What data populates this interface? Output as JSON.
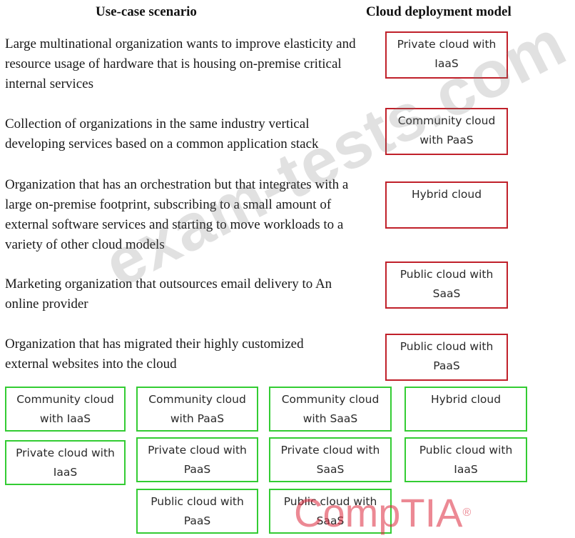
{
  "headers": {
    "scenario": "Use-case scenario",
    "model": "Cloud deployment model"
  },
  "scenarios": [
    "Large multinational organization wants to improve elasticity and resource usage of hardware that is housing on-premise critical internal services",
    "Collection of organizations in the same industry vertical developing services based on a common application stack",
    "Organization that has an orchestration but that integrates with a large on-premise footprint, subscribing to a small amount of external software services and starting to move workloads to a variety of other cloud models",
    "Marketing organization that outsources email delivery to An online provider",
    "Organization that has migrated their highly customized external websites into the cloud"
  ],
  "answers": [
    "Private cloud with IaaS",
    "Community cloud with PaaS",
    "Hybrid cloud",
    "Public cloud with SaaS",
    "Public cloud with PaaS"
  ],
  "options": [
    "Community cloud with IaaS",
    "Community cloud with PaaS",
    "Community cloud with SaaS",
    "Hybrid cloud",
    "Private cloud with IaaS",
    "Private cloud with PaaS",
    "Private cloud with SaaS",
    "Public cloud with IaaS",
    "Public cloud with PaaS",
    "Public cloud with SaaS"
  ],
  "watermark": "exam-tests.com",
  "logo": "CompTIA",
  "colors": {
    "target_border": "#c0202a",
    "option_border": "#33cc33"
  }
}
